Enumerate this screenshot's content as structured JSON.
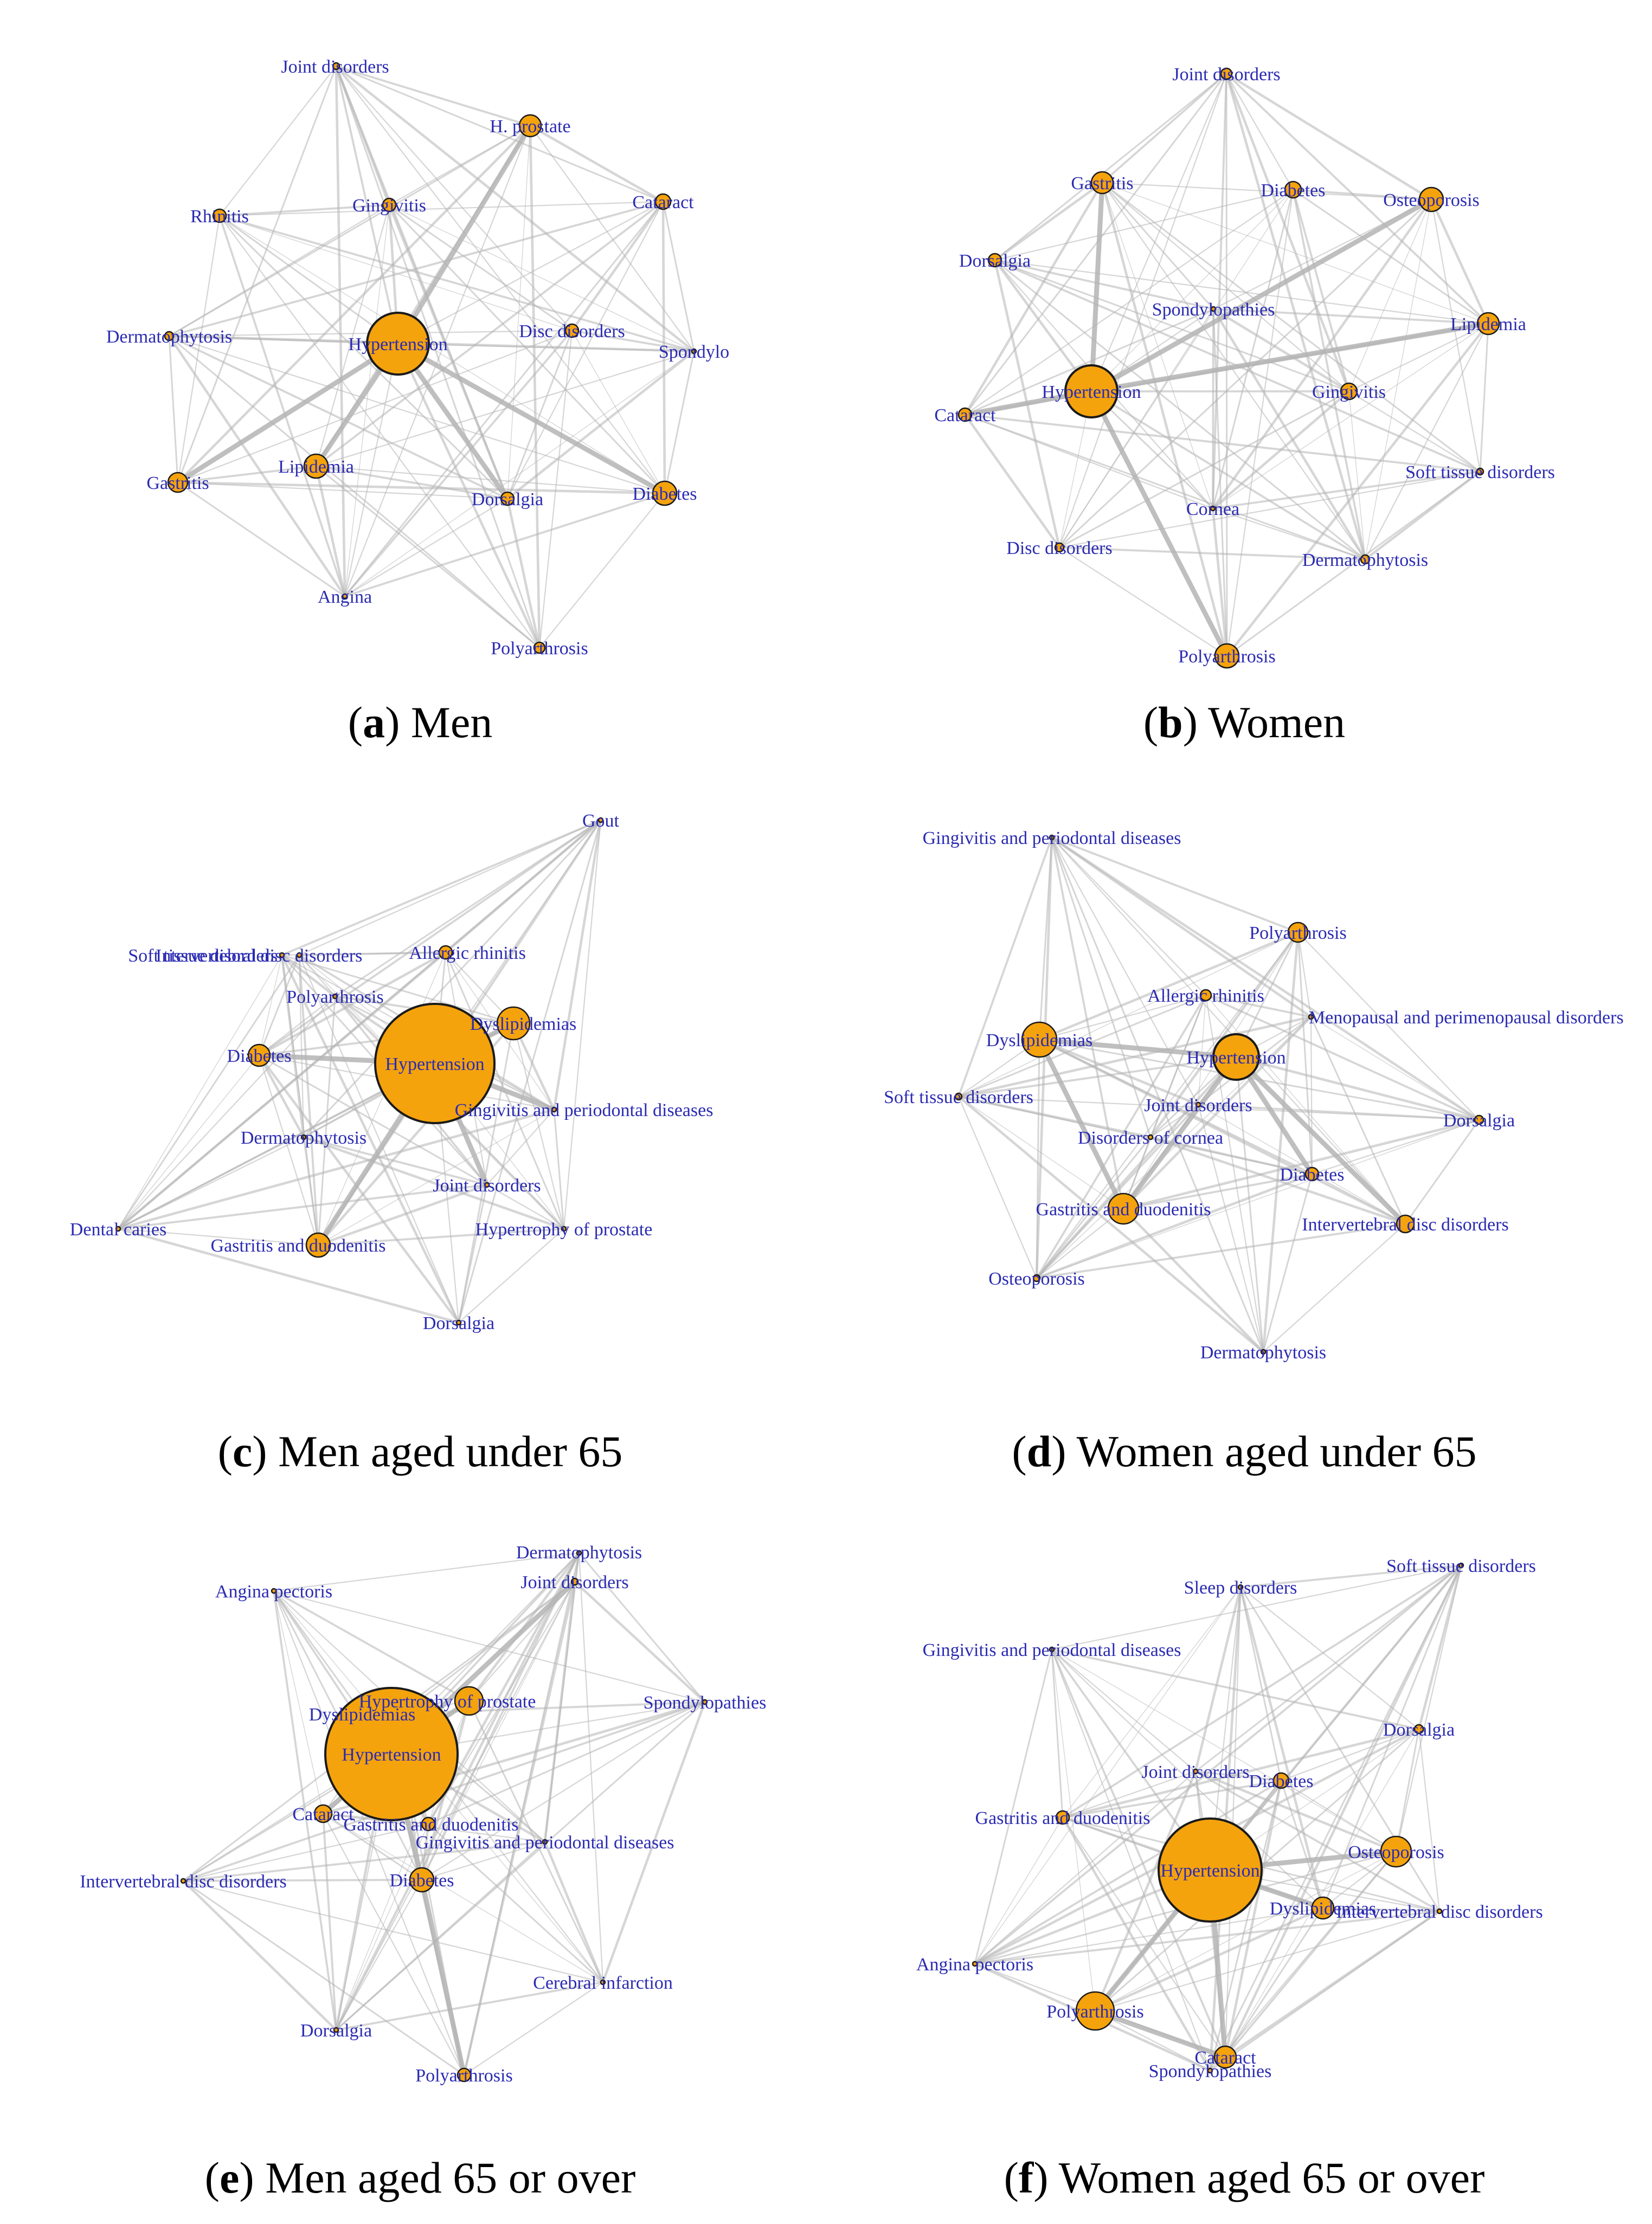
{
  "accent_colors": {
    "node_fill": "#f5a30c",
    "node_stroke": "#1a1a1a",
    "edge": "#b4b4b4",
    "label": "#2b2bb3"
  },
  "panels": [
    {
      "id": "a",
      "caption_letter": "a",
      "caption_text": " Men",
      "nodes": [
        {
          "id": "joint",
          "label": "Joint disorders"
        },
        {
          "id": "hprostate",
          "label": "H. prostate"
        },
        {
          "id": "rhinitis",
          "label": "Rhinitis"
        },
        {
          "id": "gingivitis",
          "label": "Gingivitis"
        },
        {
          "id": "cataract",
          "label": "Cataract"
        },
        {
          "id": "dermato",
          "label": "Dermatophytosis"
        },
        {
          "id": "hyper",
          "label": "Hypertension"
        },
        {
          "id": "disc",
          "label": "Disc disorders"
        },
        {
          "id": "spondylo",
          "label": "Spondylo"
        },
        {
          "id": "gastritis",
          "label": "Gastritis"
        },
        {
          "id": "lipidemia",
          "label": "Lipidemia"
        },
        {
          "id": "dorsalgia",
          "label": "Dorsalgia"
        },
        {
          "id": "diabetes",
          "label": "Diabetes"
        },
        {
          "id": "angina",
          "label": "Angina"
        },
        {
          "id": "polyarthrosis",
          "label": "Polyarthrosis"
        }
      ],
      "strong_edges": [
        [
          "hyper",
          "hprostate"
        ],
        [
          "hyper",
          "diabetes"
        ],
        [
          "hyper",
          "lipidemia"
        ],
        [
          "hyper",
          "gastritis"
        ],
        [
          "hyper",
          "dorsalgia"
        ]
      ]
    },
    {
      "id": "b",
      "caption_letter": "b",
      "caption_text": " Women",
      "nodes": [
        {
          "id": "joint",
          "label": "Joint disorders"
        },
        {
          "id": "gastritis",
          "label": "Gastritis"
        },
        {
          "id": "diabetes",
          "label": "Diabetes"
        },
        {
          "id": "osteoporosis",
          "label": "Osteoporosis"
        },
        {
          "id": "dorsalgia",
          "label": "Dorsalgia"
        },
        {
          "id": "spondylo",
          "label": "Spondylopathies"
        },
        {
          "id": "lipidemia",
          "label": "Lipidemia"
        },
        {
          "id": "hyper",
          "label": "Hypertension"
        },
        {
          "id": "gingivitis",
          "label": "Gingivitis"
        },
        {
          "id": "cataract",
          "label": "Cataract"
        },
        {
          "id": "softtissue",
          "label": "Soft tissue disorders"
        },
        {
          "id": "cornea",
          "label": "Cornea"
        },
        {
          "id": "disc",
          "label": "Disc disorders"
        },
        {
          "id": "dermato",
          "label": "Dermatophytosis"
        },
        {
          "id": "polyarthrosis",
          "label": "Polyarthrosis"
        }
      ],
      "strong_edges": [
        [
          "hyper",
          "polyarthrosis"
        ],
        [
          "hyper",
          "lipidemia"
        ],
        [
          "hyper",
          "osteoporosis"
        ],
        [
          "hyper",
          "gastritis"
        ],
        [
          "hyper",
          "cataract"
        ]
      ]
    },
    {
      "id": "c",
      "caption_letter": "c",
      "caption_text": " Men aged under 65",
      "nodes": [
        {
          "id": "gout",
          "label": "Gout"
        },
        {
          "id": "softtissue",
          "label": "Soft tissue disorders"
        },
        {
          "id": "intervertebral",
          "label": "Intervertebral disc disorders"
        },
        {
          "id": "allergic",
          "label": "Allergic rhinitis"
        },
        {
          "id": "polyarthrosis",
          "label": "Polyarthrosis"
        },
        {
          "id": "dyslipidemias",
          "label": "Dyslipidemias"
        },
        {
          "id": "diabetes",
          "label": "Diabetes"
        },
        {
          "id": "hyper",
          "label": "Hypertension"
        },
        {
          "id": "gingivitis",
          "label": "Gingivitis and periodontal diseases"
        },
        {
          "id": "dermato",
          "label": "Dermatophytosis"
        },
        {
          "id": "joint",
          "label": "Joint disorders"
        },
        {
          "id": "dental",
          "label": "Dental caries"
        },
        {
          "id": "hprostate",
          "label": "Hypertrophy of prostate"
        },
        {
          "id": "gastritis",
          "label": "Gastritis and duodenitis"
        },
        {
          "id": "dorsalgia",
          "label": "Dorsalgia"
        }
      ],
      "strong_edges": [
        [
          "hyper",
          "gastritis"
        ],
        [
          "hyper",
          "diabetes"
        ],
        [
          "hyper",
          "dyslipidemias"
        ],
        [
          "hyper",
          "gingivitis"
        ],
        [
          "hyper",
          "joint"
        ]
      ]
    },
    {
      "id": "d",
      "caption_letter": "d",
      "caption_text": " Women aged under 65",
      "nodes": [
        {
          "id": "gingivitis",
          "label": "Gingivitis and periodontal diseases"
        },
        {
          "id": "polyarthrosis",
          "label": "Polyarthrosis"
        },
        {
          "id": "allergic",
          "label": "Allergic rhinitis"
        },
        {
          "id": "menopausal",
          "label": "Menopausal and perimenopausal disorders"
        },
        {
          "id": "dyslipidemias",
          "label": "Dyslipidemias"
        },
        {
          "id": "hyper",
          "label": "Hypertension"
        },
        {
          "id": "softtissue",
          "label": "Soft tissue disorders"
        },
        {
          "id": "joint",
          "label": "Joint disorders"
        },
        {
          "id": "dorsalgia",
          "label": "Dorsalgia"
        },
        {
          "id": "cornea",
          "label": "Disorders of cornea"
        },
        {
          "id": "diabetes",
          "label": "Diabetes"
        },
        {
          "id": "gastritis",
          "label": "Gastritis and duodenitis"
        },
        {
          "id": "intervertebral",
          "label": "Intervertebral disc disorders"
        },
        {
          "id": "osteoporosis",
          "label": "Osteoporosis"
        },
        {
          "id": "dermato",
          "label": "Dermatophytosis"
        }
      ],
      "strong_edges": [
        [
          "hyper",
          "dyslipidemias"
        ],
        [
          "hyper",
          "gastritis"
        ],
        [
          "dyslipidemias",
          "gastritis"
        ],
        [
          "hyper",
          "diabetes"
        ],
        [
          "hyper",
          "intervertebral"
        ]
      ]
    },
    {
      "id": "e",
      "caption_letter": "e",
      "caption_text": " Men aged 65 or over",
      "nodes": [
        {
          "id": "dermato",
          "label": "Dermatophytosis"
        },
        {
          "id": "joint",
          "label": "Joint disorders"
        },
        {
          "id": "angina",
          "label": "Angina pectoris"
        },
        {
          "id": "hprostate",
          "label": "Hypertrophy of prostate"
        },
        {
          "id": "spondylo",
          "label": "Spondylopathies"
        },
        {
          "id": "dyslipidemias",
          "label": "Dyslipidemias"
        },
        {
          "id": "hyper",
          "label": "Hypertension"
        },
        {
          "id": "cataract",
          "label": "Cataract"
        },
        {
          "id": "gastritis",
          "label": "Gastritis and duodenitis"
        },
        {
          "id": "gingivitis",
          "label": "Gingivitis and periodontal diseases"
        },
        {
          "id": "intervertebral",
          "label": "Intervertebral disc disorders"
        },
        {
          "id": "diabetes",
          "label": "Diabetes"
        },
        {
          "id": "cerebral",
          "label": "Cerebral infarction"
        },
        {
          "id": "dorsalgia",
          "label": "Dorsalgia"
        },
        {
          "id": "polyarthrosis",
          "label": "Polyarthrosis"
        }
      ],
      "strong_edges": [
        [
          "hyper",
          "diabetes"
        ],
        [
          "hyper",
          "joint"
        ],
        [
          "hyper",
          "cataract"
        ],
        [
          "diabetes",
          "polyarthrosis"
        ],
        [
          "hyper",
          "hprostate"
        ]
      ]
    },
    {
      "id": "f",
      "caption_letter": "f",
      "caption_text": " Women aged 65 or over",
      "nodes": [
        {
          "id": "softtissue",
          "label": "Soft tissue disorders"
        },
        {
          "id": "sleep",
          "label": "Sleep disorders"
        },
        {
          "id": "gingivitis",
          "label": "Gingivitis and periodontal diseases"
        },
        {
          "id": "dorsalgia",
          "label": "Dorsalgia"
        },
        {
          "id": "joint",
          "label": "Joint disorders"
        },
        {
          "id": "diabetes",
          "label": "Diabetes"
        },
        {
          "id": "gastritis",
          "label": "Gastritis and duodenitis"
        },
        {
          "id": "osteoporosis",
          "label": "Osteoporosis"
        },
        {
          "id": "hyper",
          "label": "Hypertension"
        },
        {
          "id": "dyslipidemias",
          "label": "Dyslipidemias"
        },
        {
          "id": "intervertebral",
          "label": "Intervertebral disc disorders"
        },
        {
          "id": "angina",
          "label": "Angina pectoris"
        },
        {
          "id": "polyarthrosis",
          "label": "Polyarthrosis"
        },
        {
          "id": "cataract",
          "label": "Cataract"
        },
        {
          "id": "spondylo",
          "label": "Spondylopathies"
        }
      ],
      "strong_edges": [
        [
          "hyper",
          "polyarthrosis"
        ],
        [
          "hyper",
          "osteoporosis"
        ],
        [
          "hyper",
          "dyslipidemias"
        ],
        [
          "hyper",
          "cataract"
        ],
        [
          "polyarthrosis",
          "cataract"
        ]
      ]
    }
  ]
}
